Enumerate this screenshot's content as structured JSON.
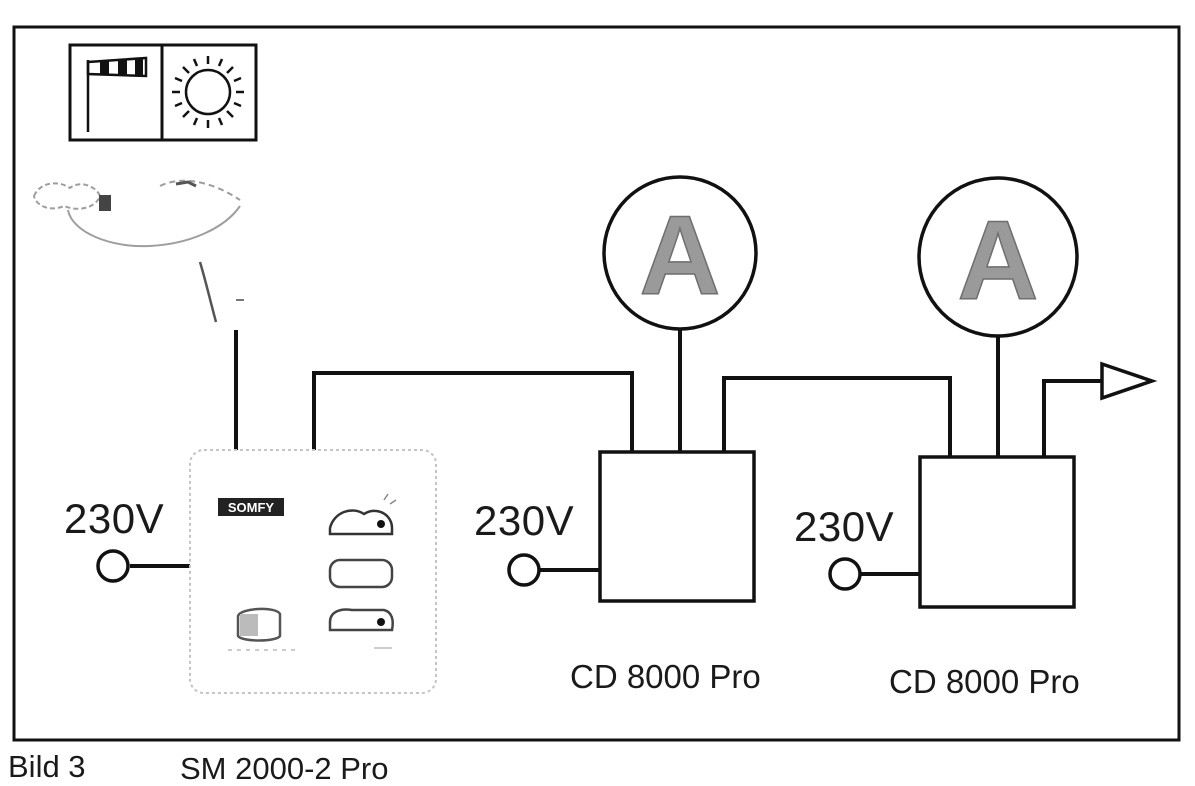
{
  "figure": {
    "caption_label": "Bild 3",
    "caption_title": "SM 2000-2 Pro"
  },
  "power_sources": [
    {
      "label": "230V"
    },
    {
      "label": "230V"
    },
    {
      "label": "230V"
    }
  ],
  "devices": [
    {
      "label": "CD 8000 Pro"
    },
    {
      "label": "CD 8000 Pro"
    }
  ],
  "motors": [
    {
      "symbol": "A"
    },
    {
      "symbol": "A"
    }
  ],
  "control_unit": {
    "brand": "SOMFY"
  },
  "icons": [
    "windsock-icon",
    "sun-icon",
    "sensor-icon",
    "arrow-output-icon"
  ],
  "colors": {
    "line": "#111111",
    "motor_fill": "#9a9a9a",
    "faded": "#bdbdbd",
    "background": "#ffffff"
  }
}
